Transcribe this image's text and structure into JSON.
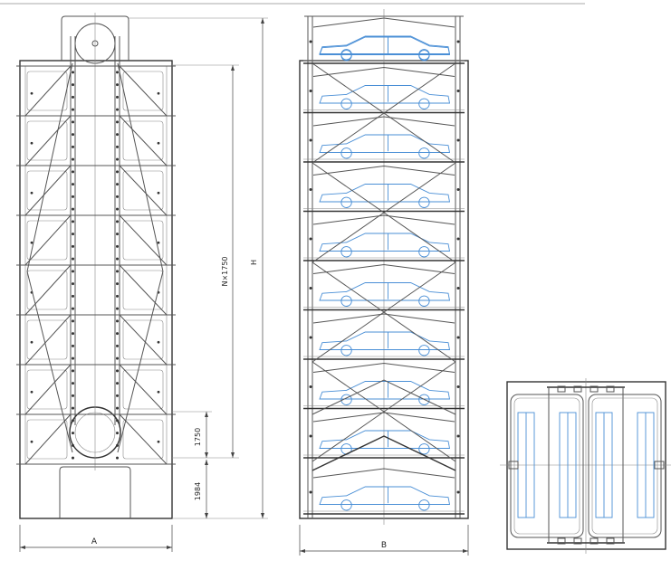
{
  "front_view": {
    "levels": 9,
    "dim_width_label": "A",
    "dim_height_label": "H",
    "dim_pitch_label": "N×1750",
    "dim_pit_label": "1750",
    "dim_top_label": "1984"
  },
  "side_view": {
    "levels": 10,
    "dim_width_label": "B"
  },
  "plan_view": {
    "pallets": 2
  },
  "colors": {
    "structure": "#555555",
    "car_outline": "#4a8fd6",
    "background": "#ffffff"
  }
}
